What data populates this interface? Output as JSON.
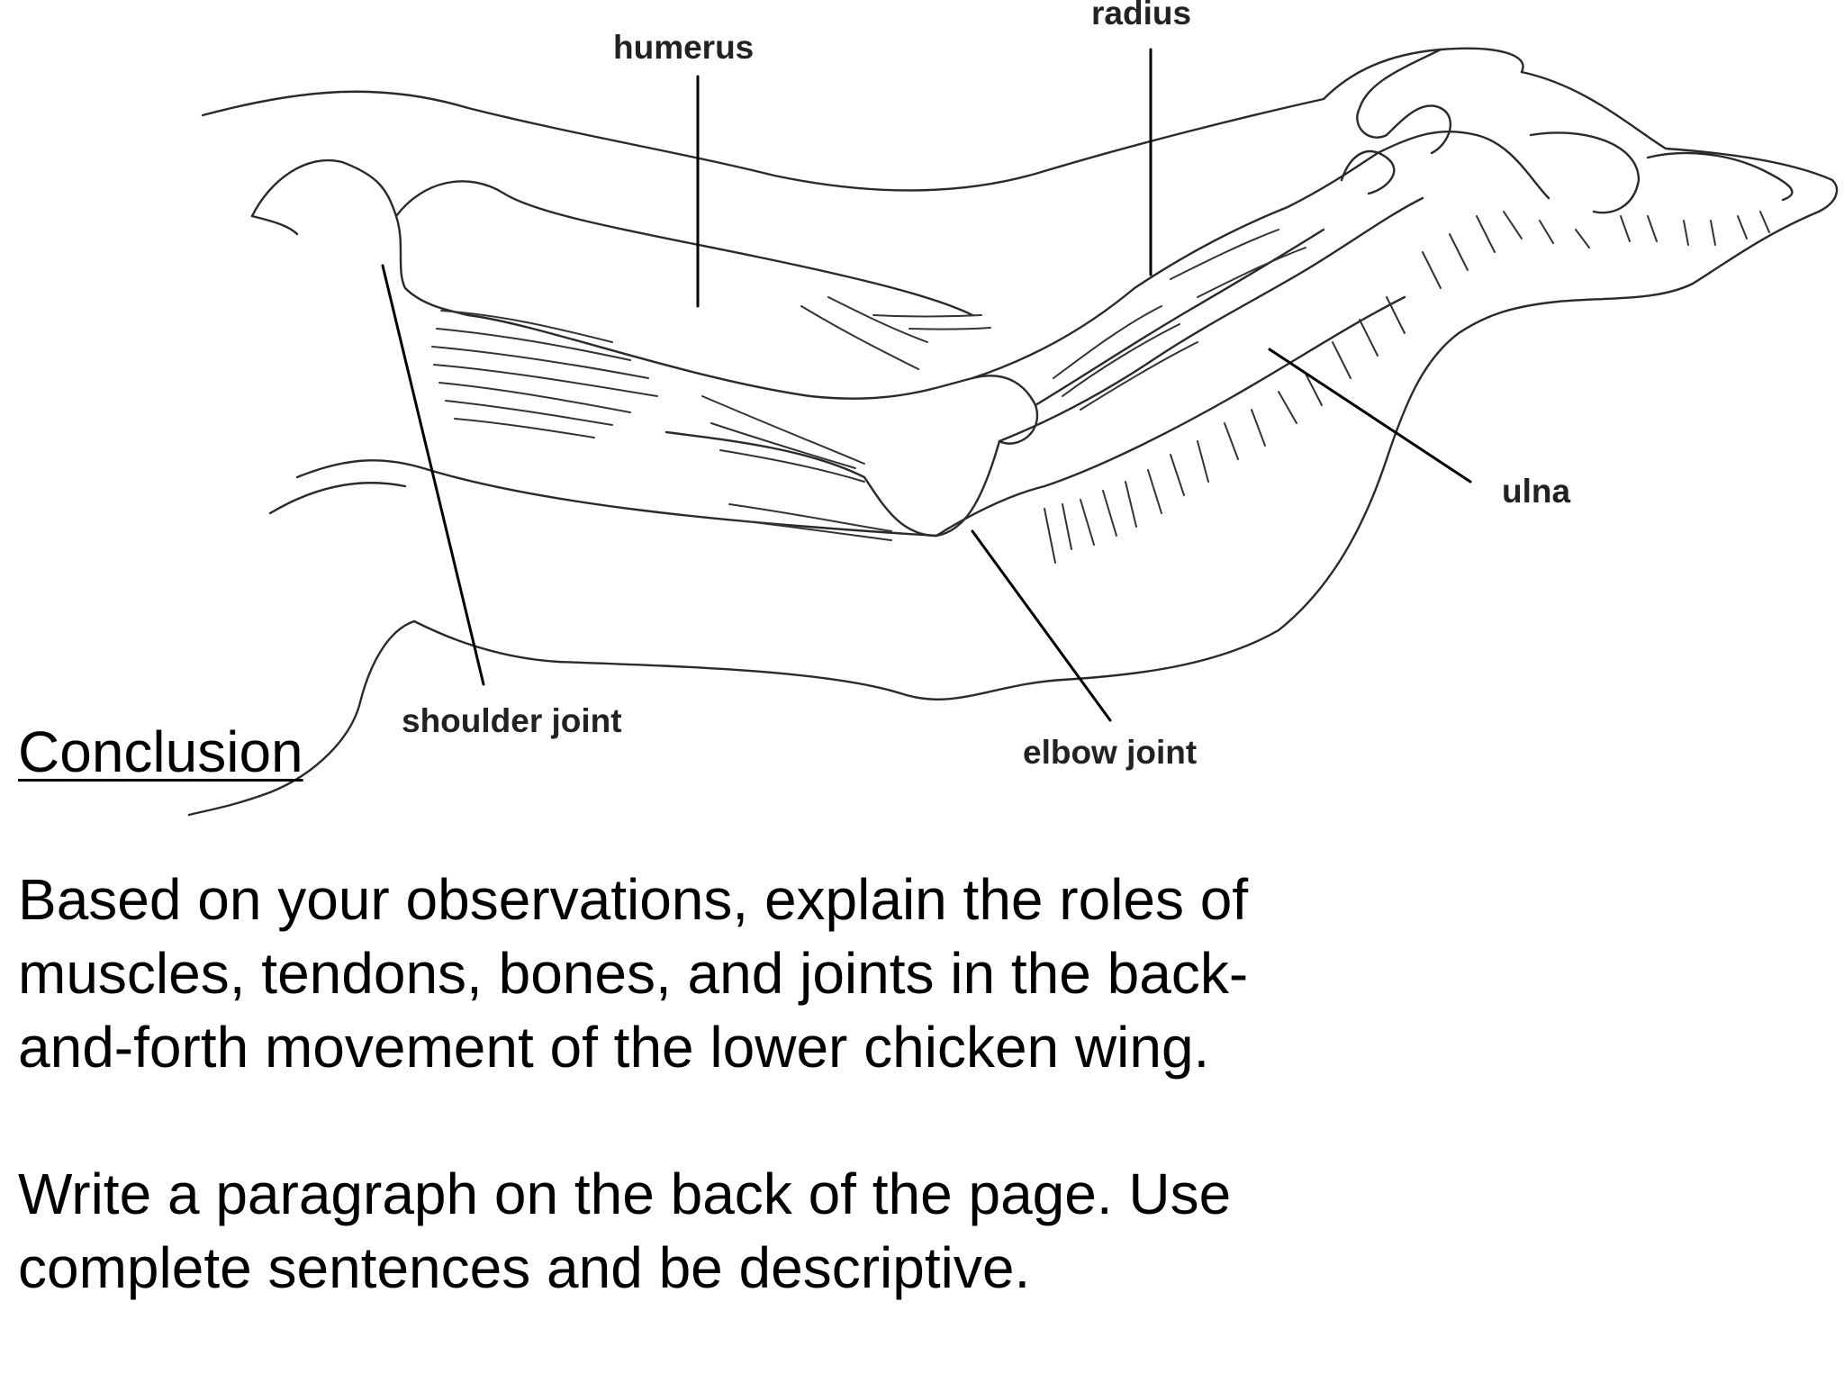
{
  "diagram": {
    "labels": {
      "radius": "radius",
      "humerus": "humerus",
      "ulna": "ulna",
      "shoulder_joint": "shoulder joint",
      "elbow_joint": "elbow joint"
    }
  },
  "conclusion": {
    "heading": "Conclusion",
    "lines": [
      "Based on your observations, explain the roles of",
      "muscles, tendons, bones, and joints in the back-",
      "and-forth movement of the lower chicken wing."
    ],
    "instruction_lines": [
      "Write a paragraph on the back of the page. Use",
      "complete sentences and be descriptive."
    ]
  }
}
